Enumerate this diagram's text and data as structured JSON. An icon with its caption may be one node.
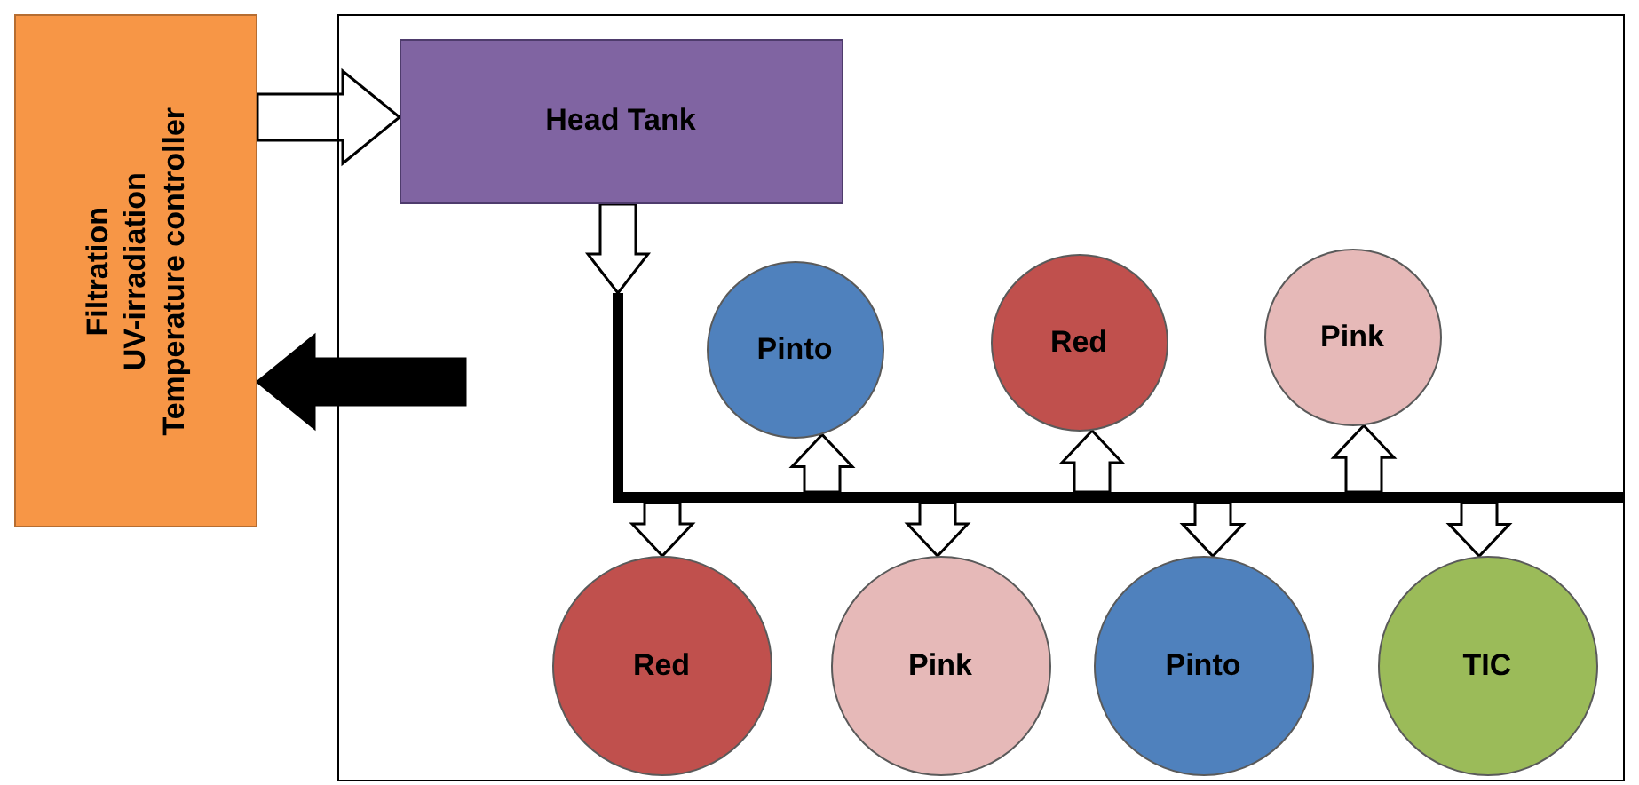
{
  "diagram": {
    "nodes": [
      {
        "text": [
          "Filtration",
          "UV-irradiation",
          "Temperature controller"
        ]
      },
      {
        "text": [],
        "shape": "box"
      },
      {
        "text": [
          "Head Tank"
        ],
        "in": 1
      },
      {
        "text": [],
        "shape": "bar",
        "in": 1
      },
      {
        "text": [
          "Pinto"
        ],
        "in": 1
      },
      {
        "text": [
          "Red"
        ],
        "in": 1
      },
      {
        "text": [
          "Pink"
        ],
        "in": 1
      },
      {
        "text": [
          "Red"
        ],
        "in": 1
      },
      {
        "text": [
          "Pink"
        ],
        "in": 1
      },
      {
        "text": [
          "Pinto"
        ],
        "in": 1
      },
      {
        "text": [
          "TIC"
        ],
        "in": 1
      }
    ],
    "edges": [
      {
        "from": 0,
        "to": 2,
        "arrow": "to"
      },
      {
        "from": 1,
        "to": 0,
        "arrow": "to",
        "color": "#000000"
      },
      {
        "from": 2,
        "to": 3,
        "arrow": "to"
      },
      {
        "from": 3,
        "to": 4,
        "arrow": "to"
      },
      {
        "from": 3,
        "to": 5,
        "arrow": "to"
      },
      {
        "from": 3,
        "to": 6,
        "arrow": "to"
      },
      {
        "from": 3,
        "to": 7,
        "arrow": "to"
      },
      {
        "from": 3,
        "to": 8,
        "arrow": "to"
      },
      {
        "from": 3,
        "to": 9,
        "arrow": "to"
      },
      {
        "from": 3,
        "to": 10,
        "arrow": "to"
      }
    ]
  }
}
